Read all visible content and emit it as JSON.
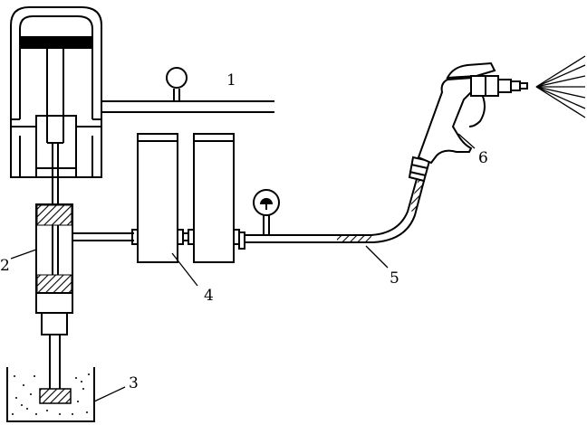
{
  "labels": {
    "air_inlet": "1",
    "double_acting_pump": "2",
    "paint_container": "3",
    "high_pressure_filter": "4",
    "high_pressure_hose": "5",
    "spray_gun": "6"
  },
  "colors": {
    "line": "#000000",
    "background": "#ffffff"
  }
}
